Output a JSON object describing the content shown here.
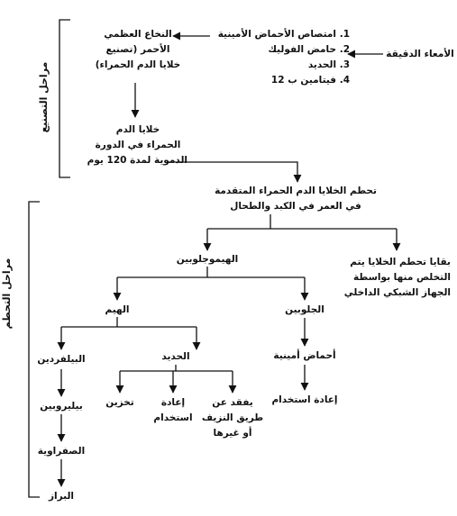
{
  "stages": {
    "production": "مراحل التصنيع",
    "destruction": "مراحل التحطم"
  },
  "nodes": {
    "intestine": "الأمعاء الدقيقة",
    "absorption": [
      "1. امتصاص الأحماض الأمينية",
      "2. حامض الفوليك",
      "3. الحديد",
      "4. فيتامين ب 12"
    ],
    "bone_marrow": [
      "النخاع العظمي",
      "الأحمر (تصنيع",
      "خلايا الدم الحمراء)"
    ],
    "rbc_circulation": [
      "خلايا الدم",
      "الحمراء في الدورة",
      "الدموية لمدة 120 يوم"
    ],
    "destruction_liver": [
      "تحطم الخلايا الدم الحمراء المتقدمة",
      "في العمر في الكبد والطحال"
    ],
    "remnants": [
      "بقايا تحطم الخلايا يتم",
      "التخلص منها بواسطة",
      "الجهاز الشبكي الداخلي"
    ],
    "hemoglobin": "الهيموجلوبين",
    "heme": "الهيم",
    "globin": "الجلوبين",
    "biliverdin": "البيلفردين",
    "iron": "الحديد",
    "amino_acids": "أحماض أمينية",
    "reuse_globin": "إعادة استخدام",
    "bilirubin": "بيليروبين",
    "storage": "تخزين",
    "reuse_iron": [
      "إعادة",
      "استخدام"
    ],
    "lost": [
      "يفقد عن",
      "طريق النزيف",
      "أو غيرها"
    ],
    "bile": "الصفراوية",
    "feces": "البراز"
  },
  "colors": {
    "ink": "#111111",
    "background": "#ffffff"
  }
}
